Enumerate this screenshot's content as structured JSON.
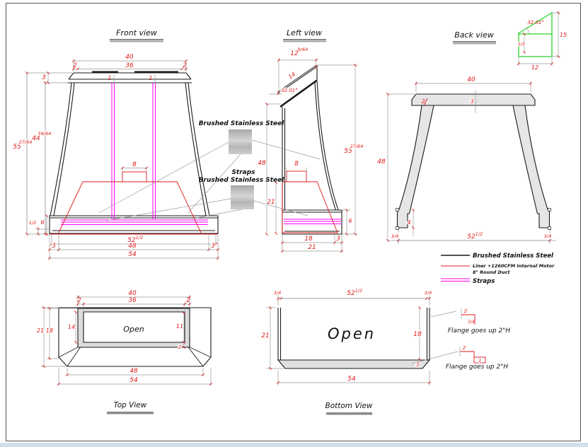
{
  "page": {
    "bottom_strip_color": "#cfe1eb",
    "frame_color": "#555555"
  },
  "colors": {
    "dimension": "#e01818",
    "straps": "#ff00ff",
    "detail": "#2bd32b",
    "outline": "#1a1a1a"
  },
  "front": {
    "title": "Front view",
    "d40": "40",
    "d2l": "2",
    "d36": "36",
    "d2r": "2",
    "d3": "3",
    "s1a": "1",
    "s1b": "1",
    "w55": "55",
    "f55": "27/64",
    "w44": "44",
    "f44": "59/64",
    "d8": "8",
    "fhalf": "1/2",
    "d6": "6",
    "d52": "52",
    "f52": "1/2",
    "d3bl": "3",
    "d48": "48",
    "d3br": "3",
    "d54": "54"
  },
  "left": {
    "title": "Left view",
    "d12": "12",
    "f12": "9/64",
    "d14": "14",
    "angle": "32.01°",
    "d8": "8",
    "d48": "48",
    "d21s": "21",
    "w55": "55",
    "f55": "27/64",
    "d6": "6",
    "d18": "18",
    "d3": "3",
    "d21": "21"
  },
  "mats": {
    "bss": "Brushed Stainless Steel",
    "straps": "Straps",
    "bss2": "Brushed Stainless Steel"
  },
  "back": {
    "title": "Back view",
    "d40": "40",
    "d2": "2",
    "d3": "3",
    "d48": "48",
    "d4": "4",
    "f34l": "3/4",
    "d52": "52",
    "f52": "1/2",
    "f34r": "3/4"
  },
  "detail": {
    "angle": "32.01°",
    "d15": "15",
    "fhalf": "1/2",
    "d12": "12"
  },
  "legend": {
    "items": [
      {
        "label": "Brushed Stainless  Steel",
        "color": "#1a1a1a"
      },
      {
        "label": "Liner +1260CFM Internal Motor",
        "label2": "8\" Round Duct",
        "color": "#e01818"
      },
      {
        "label": "Straps",
        "color": "#ff00ff"
      }
    ]
  },
  "top": {
    "title": "Top View",
    "open": "Open",
    "d40": "40",
    "d2l": "2",
    "d36": "36",
    "d2r": "2",
    "d21": "21",
    "d18": "18",
    "d14": "14",
    "d11": "11",
    "d2b": "2",
    "d48": "48",
    "d54": "54"
  },
  "bottom": {
    "title": "Bottom View",
    "open": "Open",
    "f34l": "3/4",
    "d52": "52",
    "f52": "1/2",
    "f34r": "3/4",
    "d21": "21",
    "d18": "18",
    "d3": "3",
    "d54": "54",
    "c1d2": "2",
    "c1f34": "3/4",
    "c1note": "Flange goes up 2\"H",
    "c2d2": "2",
    "c2d3": "3",
    "c2note": "Flange goes up 2\"H"
  }
}
